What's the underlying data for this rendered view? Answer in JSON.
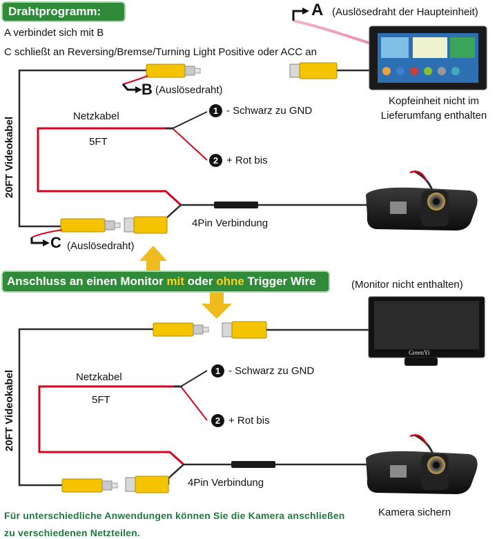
{
  "top": {
    "title": "Drahtprogramm:",
    "line1": "A verbindet sich mit B",
    "line2": "C schließt an Reversing/Bremse/Turning Light Positive oder ACC an",
    "a_letter": "A",
    "a_label": "(Auslösedraht der Haupteinheit)",
    "b_letter": "B",
    "b_label": "(Auslösedraht)",
    "c_letter": "C",
    "c_label": "(Auslösedraht)",
    "headunit_caption_1": "Kopfeinheit nicht im",
    "headunit_caption_2": "Lieferumfang enthalten",
    "power_cable": "Netzkabel",
    "length": "5FT",
    "video_cable": "20FT Videokabel",
    "wire1_num": "1",
    "wire1_label": "- Schwarz zu GND",
    "wire2_num": "2",
    "wire2_label": "+ Rot bis",
    "connector": "4Pin Verbindung"
  },
  "middle": {
    "banner_pre": "Anschluss an einen Monitor ",
    "banner_mit": "mit",
    "banner_mid": " oder ",
    "banner_ohne": "ohne",
    "banner_post": " Trigger Wire",
    "monitor_caption": "(Monitor nicht enthalten)",
    "monitor_brand": "GreenYi"
  },
  "bottom": {
    "power_cable": "Netzkabel",
    "length": "5FT",
    "video_cable": "20FT Videokabel",
    "wire1_num": "1",
    "wire1_label": "- Schwarz zu GND",
    "wire2_num": "2",
    "wire2_label": "+ Rot bis",
    "connector": "4Pin Verbindung",
    "camera_caption": "Kamera sichern",
    "footer_1": "Für unterschiedliche Anwendungen können Sie die Kamera anschließen",
    "footer_2": "zu verschiedenen Netzteilen."
  },
  "colors": {
    "banner_green": "#2f8a3a",
    "rca_yellow": "#f4c400",
    "wire_red": "#d8001a",
    "arrow_gold": "#f0bb1e",
    "footer_green": "#1d7a3c"
  }
}
